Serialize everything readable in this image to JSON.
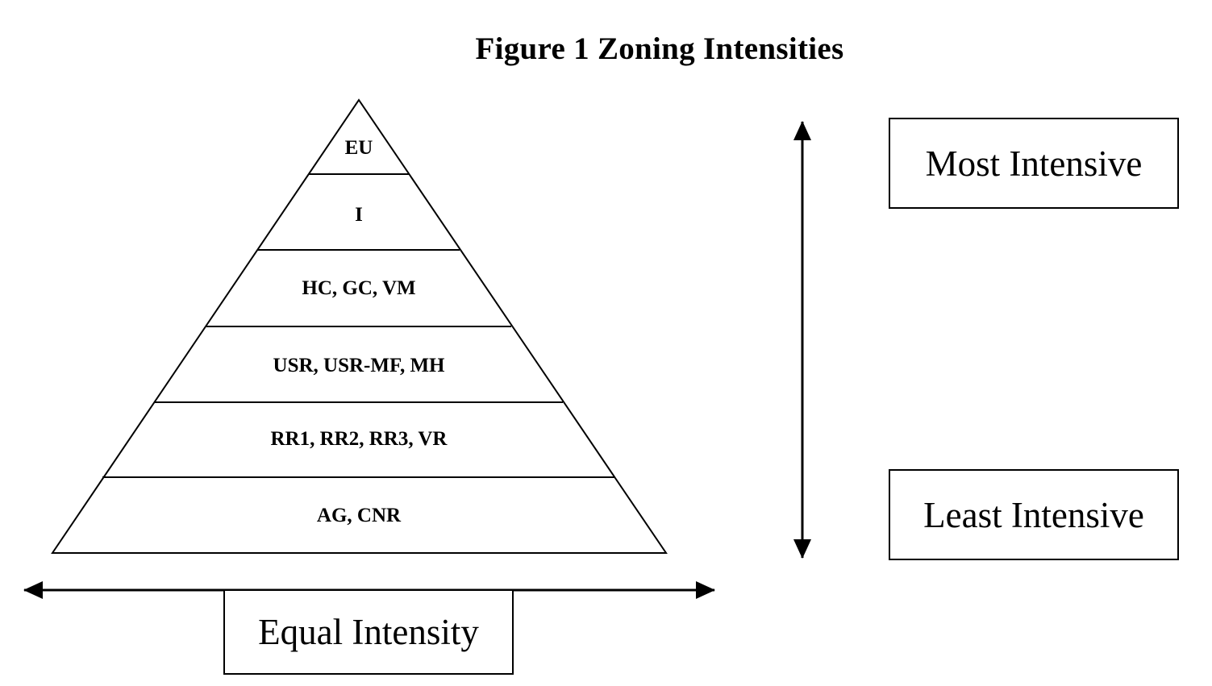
{
  "title": "Figure 1 Zoning Intensities",
  "pyramid": {
    "tiers": [
      "EU",
      "I",
      "HC, GC, VM",
      "USR, USR-MF, MH",
      "RR1, RR2, RR3, VR",
      "AG, CNR"
    ]
  },
  "scale": {
    "top_label": "Most Intensive",
    "bottom_label": "Least Intensive"
  },
  "base": {
    "label": "Equal Intensity"
  },
  "colors": {
    "line": "#000000",
    "background": "#ffffff"
  }
}
